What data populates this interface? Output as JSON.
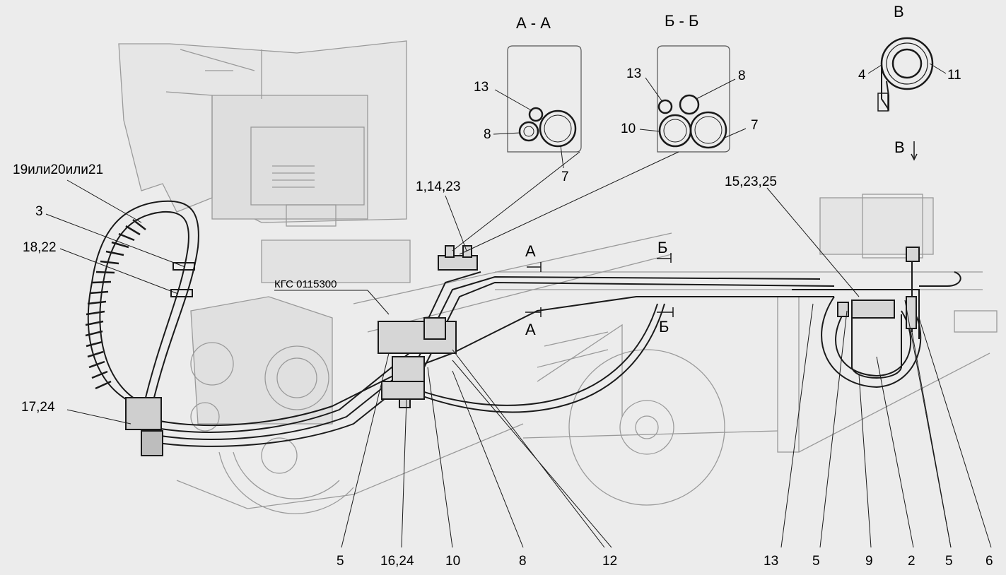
{
  "sections": {
    "aa": "А - А",
    "bb": "Б - Б",
    "v": "В"
  },
  "view_marker": "В",
  "reference": "КГС 0115300",
  "cut_marks": {
    "a_top": "А",
    "a_bottom": "А",
    "b_top": "Б",
    "b_bottom": "Б"
  },
  "callouts": {
    "c19": "19или20или21",
    "c3": "3",
    "c18": "18,22",
    "c17": "17,24",
    "c1": "1,14,23",
    "c15": "15,23,25",
    "aa13": "13",
    "aa8": "8",
    "aa7": "7",
    "bb13": "13",
    "bb8": "8",
    "bb10": "10",
    "bb7": "7",
    "v4": "4",
    "v11": "11",
    "b5a": "5",
    "b16": "16,24",
    "b10": "10",
    "b8": "8",
    "b12": "12",
    "b13": "13",
    "b5b": "5",
    "b9": "9",
    "b2": "2",
    "b5c": "5",
    "b6": "6"
  }
}
